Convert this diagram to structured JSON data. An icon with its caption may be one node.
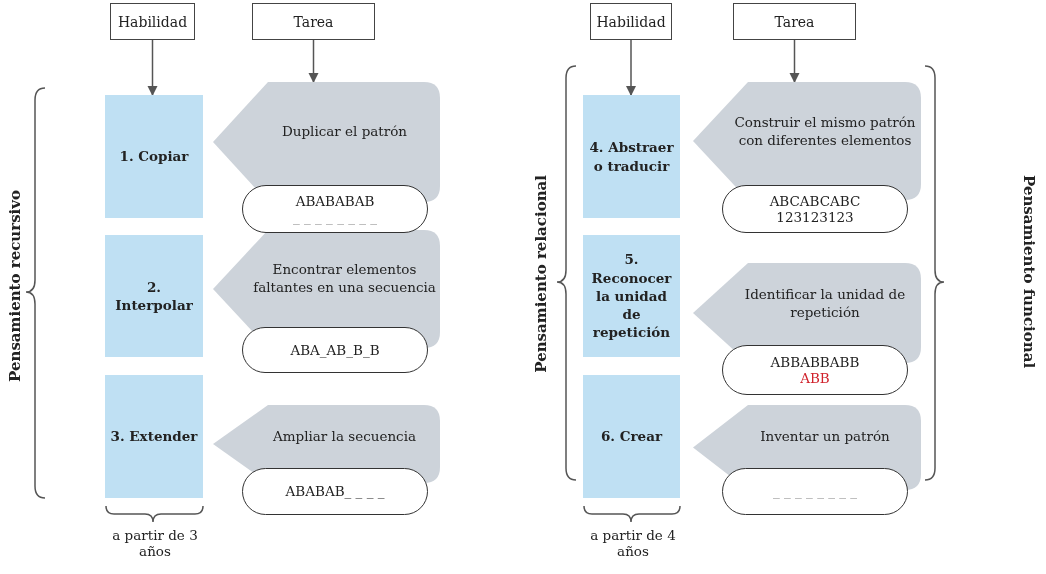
{
  "diagram": {
    "nodes": [
      {
        "text": [
          "Habilidad"
        ]
      },
      {
        "text": [
          "Tarea"
        ]
      },
      {
        "text": [
          "1. Copiar"
        ]
      },
      {
        "text": [
          "Duplicar el patrón"
        ]
      },
      {
        "text": [
          "ABABABAB",
          "_ _ _ _ _ _ _ _"
        ]
      },
      {
        "text": [
          "2. Interpolar"
        ]
      },
      {
        "text": [
          "Encontrar elementos faltantes en una secuencia"
        ]
      },
      {
        "text": [
          "ABA_AB_B_B"
        ]
      },
      {
        "text": [
          "3. Extender"
        ]
      },
      {
        "text": [
          "Ampliar la secuencia"
        ]
      },
      {
        "text": [
          "ABABAB_ _ _ _"
        ]
      },
      {
        "text": [
          "Habilidad"
        ]
      },
      {
        "text": [
          "Tarea"
        ]
      },
      {
        "text": [
          "4. Abstraer o traducir"
        ]
      },
      {
        "text": [
          "Construir el mismo patrón con diferentes elementos"
        ]
      },
      {
        "text": [
          "ABCABCABC",
          "123123123"
        ]
      },
      {
        "text": [
          "5. Reconocer la unidad de repetición"
        ]
      },
      {
        "text": [
          "Identificar la unidad de repetición"
        ]
      },
      {
        "text": [
          "ABBABBABB",
          "ABB"
        ]
      },
      {
        "text": [
          "6. Crear"
        ]
      },
      {
        "text": [
          "Inventar un patrón"
        ]
      },
      {
        "text": [
          "_ _ _ _ _ _ _ _"
        ]
      }
    ],
    "edges": [
      {
        "from": 0,
        "to": 2,
        "arrow": "to"
      },
      {
        "from": 1,
        "to": 3,
        "arrow": "to"
      },
      {
        "from": 11,
        "to": 13,
        "arrow": "to"
      },
      {
        "from": 12,
        "to": 14,
        "arrow": "to"
      }
    ],
    "labels": [
      "Pensamiento recursivo",
      "a partir de 3 años",
      "Pensamiento relacional",
      "a partir de 4 años",
      "Pensamiento funcional"
    ]
  }
}
